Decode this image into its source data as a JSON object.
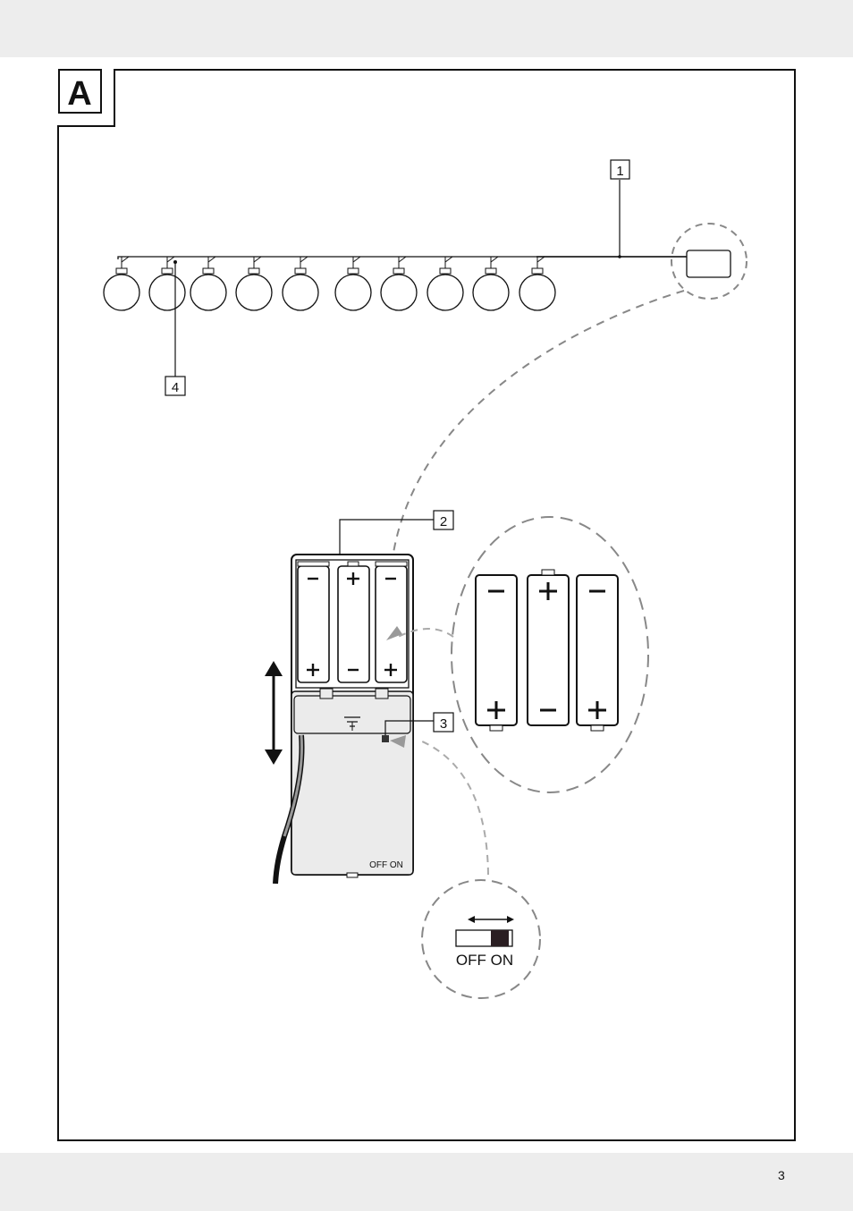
{
  "page": {
    "page_number": "3"
  },
  "figure": {
    "figure_letter": "A",
    "callouts": {
      "string_light": "1",
      "battery_compartment": "2",
      "switch": "3",
      "bulb": "4"
    },
    "battery_box": {
      "switch_label": "OFF ON"
    },
    "switch_detail": {
      "label": "OFF ON"
    }
  }
}
